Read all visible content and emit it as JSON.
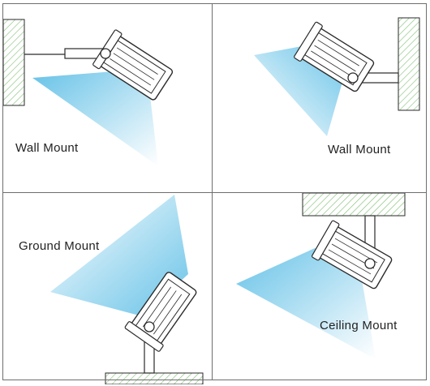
{
  "panels": [
    {
      "label": "Wall Mount"
    },
    {
      "label": "Wall Mount"
    },
    {
      "label": "Ground Mount"
    },
    {
      "label": "Ceiling Mount"
    }
  ],
  "colors": {
    "beam": "#5fbfe6",
    "hatch": "#7fbf72",
    "line": "#2a2a2a",
    "frame": "#6e6e6e"
  }
}
